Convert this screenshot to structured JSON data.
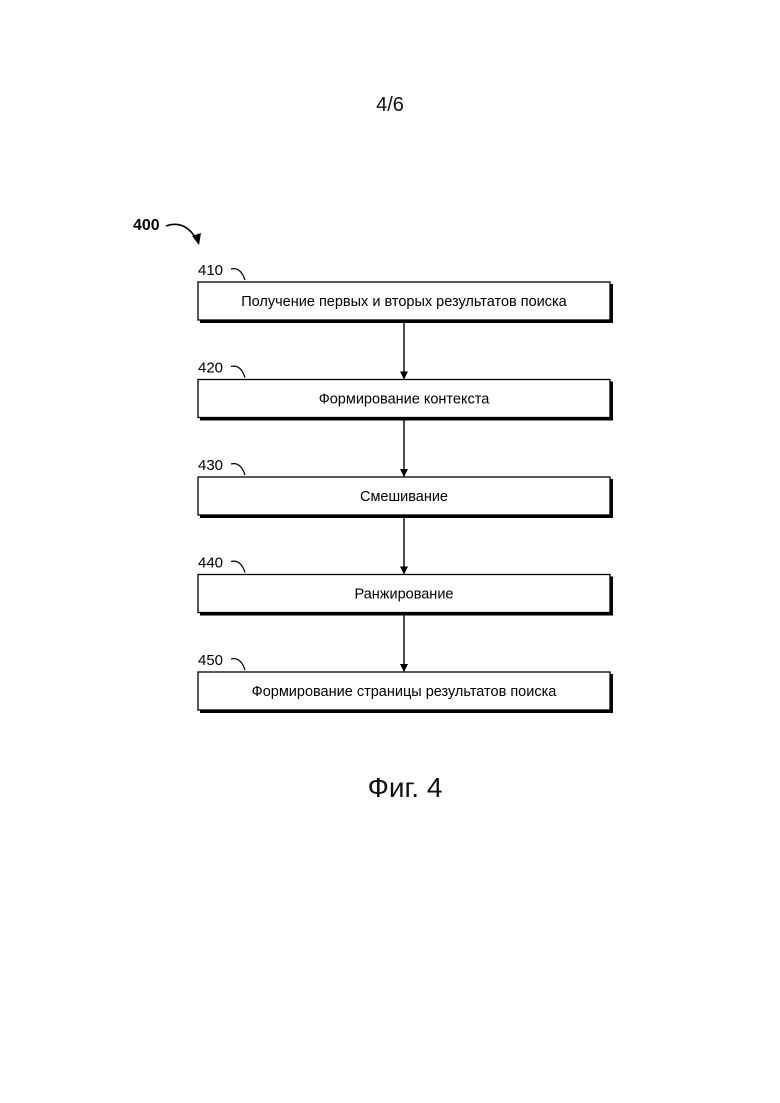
{
  "page_number": "4/6",
  "figure_ref": "400",
  "steps": [
    {
      "ref": "410",
      "label": "Получение первых и вторых результатов поиска"
    },
    {
      "ref": "420",
      "label": "Формирование контекста"
    },
    {
      "ref": "430",
      "label": "Смешивание"
    },
    {
      "ref": "440",
      "label": "Ранжирование"
    },
    {
      "ref": "450",
      "label": "Формирование страницы результатов поиска"
    }
  ],
  "caption": "Фиг. 4"
}
